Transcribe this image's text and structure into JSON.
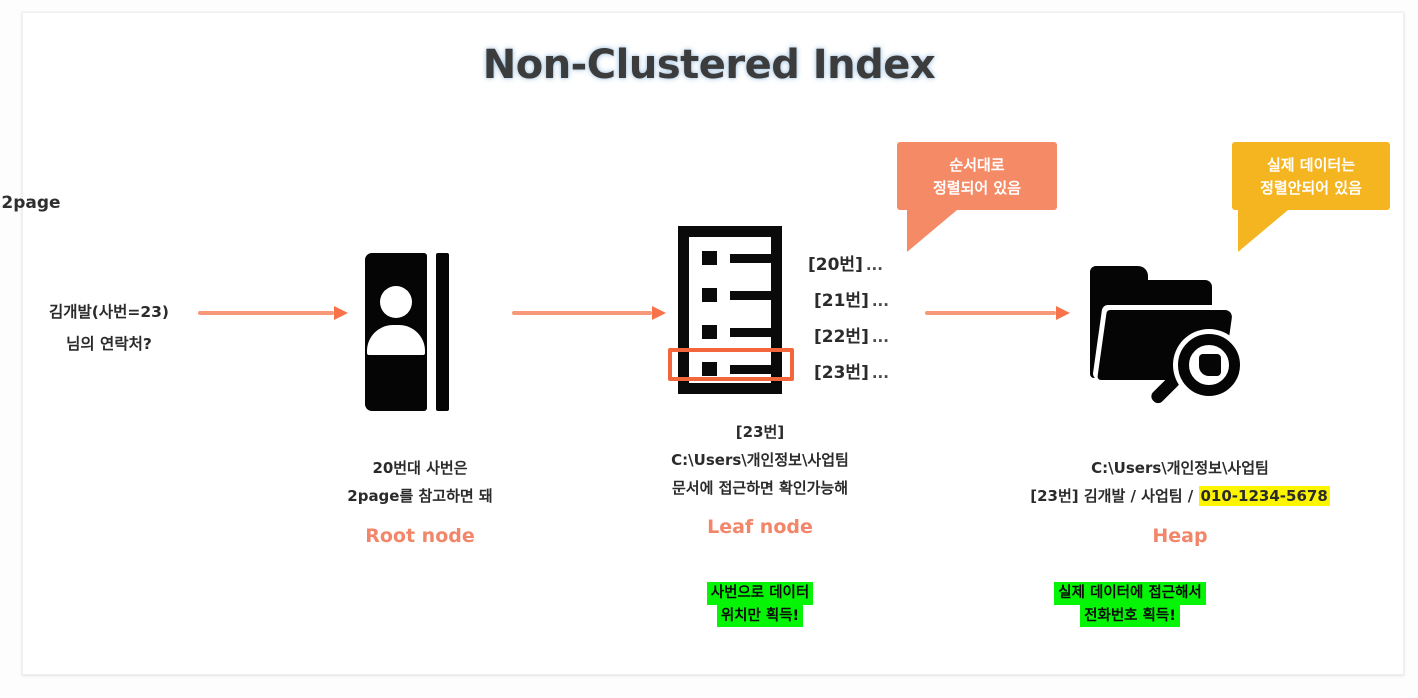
{
  "page": {
    "title": "Non-Clustered Index",
    "background_color": "#ffffff",
    "card_border_color": "#f0f0f0"
  },
  "colors": {
    "arrow": "#f79878",
    "arrow_head": "#f8734a",
    "node_label": "#f2866a",
    "callout_orange": "#f58a66",
    "callout_yellow": "#f5b521",
    "highlight_green": "#06f406",
    "highlight_yellow": "#fdf500",
    "row_highlight_border": "#f3653a",
    "icon_black": "#050505",
    "title_color": "#3c3c3c"
  },
  "query": {
    "line1": "김개발(사번=23)",
    "line2": "님의 연락처?"
  },
  "nodes": [
    {
      "id": "root",
      "icon": "address-book-icon",
      "caption_lines": [
        "20번대 사번은",
        "2page를 참고하면 돼"
      ],
      "label": "Root node"
    },
    {
      "id": "leaf",
      "icon": "page-list-icon",
      "icon_title": "2page",
      "caption_lines": [
        "[23번]",
        "C:\\Users\\개인정보\\사업팀",
        "문서에 접근하면 확인가능해"
      ],
      "label": "Leaf node",
      "note_lines": [
        "사번으로 데이터",
        "위치만 획득!"
      ]
    },
    {
      "id": "heap",
      "icon": "folder-search-icon",
      "caption_lines": [
        "C:\\Users\\개인정보\\사업팀"
      ],
      "record": {
        "prefix": "[23번] 김개발 / 사업팀 / ",
        "phone": "010-1234-5678"
      },
      "label": "Heap",
      "note_lines": [
        "실제 데이터에 접근해서",
        "전화번호 획득!"
      ]
    }
  ],
  "index_entries": [
    {
      "key": "[20번]",
      "dots": "..."
    },
    {
      "key": "[21번]",
      "dots": "..."
    },
    {
      "key": "[22번]",
      "dots": "..."
    },
    {
      "key": "[23번]",
      "dots": "..."
    }
  ],
  "callouts": [
    {
      "id": "sorted",
      "color": "orange",
      "line1": "순서대로",
      "line2": "정렬되어 있음"
    },
    {
      "id": "unsorted",
      "color": "yellow",
      "line1": "실제 데이터는",
      "line2": "정렬안되어 있음"
    }
  ]
}
